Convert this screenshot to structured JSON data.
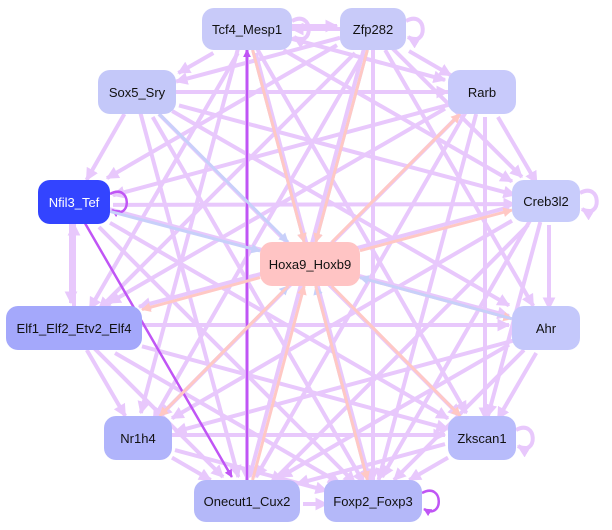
{
  "nodes": [
    {
      "id": "tcf4",
      "label": "Tcf4_Mesp1",
      "color": "#c8caf9",
      "text": "#111111"
    },
    {
      "id": "zfp",
      "label": "Zfp282",
      "color": "#c8caf9",
      "text": "#111111"
    },
    {
      "id": "sox5",
      "label": "Sox5_Sry",
      "color": "#c4c8f9",
      "text": "#111111"
    },
    {
      "id": "rarb",
      "label": "Rarb",
      "color": "#c8cafb",
      "text": "#111111"
    },
    {
      "id": "nfil3",
      "label": "Nfil3_Tef",
      "color": "#3344ff",
      "text": "#ffffff"
    },
    {
      "id": "creb",
      "label": "Creb3l2",
      "color": "#c8ccfb",
      "text": "#111111"
    },
    {
      "id": "hoxa9",
      "label": "Hoxa9_Hoxb9",
      "color": "#ffc4c4",
      "text": "#111111"
    },
    {
      "id": "elf1",
      "label": "Elf1_Elf2_Etv2_Elf4",
      "color": "#a4a8fb",
      "text": "#111111"
    },
    {
      "id": "ahr",
      "label": "Ahr",
      "color": "#c4c8fb",
      "text": "#111111"
    },
    {
      "id": "nr1h4",
      "label": "Nr1h4",
      "color": "#b0b4fb",
      "text": "#111111"
    },
    {
      "id": "zkscan",
      "label": "Zkscan1",
      "color": "#b8bcfb",
      "text": "#111111"
    },
    {
      "id": "onecut",
      "label": "Onecut1_Cux2",
      "color": "#b4b8f9",
      "text": "#111111"
    },
    {
      "id": "foxp2",
      "label": "Foxp2_Foxp3",
      "color": "#b4b8f9",
      "text": "#111111"
    }
  ],
  "edge_colors": {
    "default": "#e8c8fc",
    "strong": "#c055f5",
    "to_hub_blue": "#c8d0fa",
    "to_hub_pink": "#ffc8c4"
  },
  "edges": [
    [
      "tcf4",
      "zfp",
      "default"
    ],
    [
      "zfp",
      "tcf4",
      "default"
    ],
    [
      "tcf4",
      "sox5",
      "default"
    ],
    [
      "tcf4",
      "rarb",
      "default"
    ],
    [
      "tcf4",
      "creb",
      "default"
    ],
    [
      "tcf4",
      "elf1",
      "default"
    ],
    [
      "tcf4",
      "nr1h4",
      "default"
    ],
    [
      "tcf4",
      "onecut",
      "default"
    ],
    [
      "tcf4",
      "foxp2",
      "default"
    ],
    [
      "tcf4",
      "zkscan",
      "default"
    ],
    [
      "zfp",
      "sox5",
      "default"
    ],
    [
      "zfp",
      "rarb",
      "default"
    ],
    [
      "zfp",
      "creb",
      "default"
    ],
    [
      "zfp",
      "ahr",
      "default"
    ],
    [
      "zfp",
      "nr1h4",
      "default"
    ],
    [
      "zfp",
      "onecut",
      "default"
    ],
    [
      "zfp",
      "foxp2",
      "default"
    ],
    [
      "zfp",
      "elf1",
      "default"
    ],
    [
      "zfp",
      "nfil3",
      "default"
    ],
    [
      "sox5",
      "rarb",
      "default"
    ],
    [
      "sox5",
      "creb",
      "default"
    ],
    [
      "sox5",
      "ahr",
      "default"
    ],
    [
      "sox5",
      "zkscan",
      "default"
    ],
    [
      "sox5",
      "foxp2",
      "default"
    ],
    [
      "sox5",
      "onecut",
      "default"
    ],
    [
      "sox5",
      "nfil3",
      "default"
    ],
    [
      "rarb",
      "nfil3",
      "default"
    ],
    [
      "rarb",
      "elf1",
      "default"
    ],
    [
      "rarb",
      "nr1h4",
      "default"
    ],
    [
      "rarb",
      "zkscan",
      "default"
    ],
    [
      "rarb",
      "onecut",
      "default"
    ],
    [
      "rarb",
      "foxp2",
      "default"
    ],
    [
      "rarb",
      "creb",
      "default"
    ],
    [
      "nfil3",
      "elf1",
      "default"
    ],
    [
      "elf1",
      "nfil3",
      "default"
    ],
    [
      "nfil3",
      "creb",
      "default"
    ],
    [
      "nfil3",
      "ahr",
      "default"
    ],
    [
      "nfil3",
      "zkscan",
      "default"
    ],
    [
      "nfil3",
      "foxp2",
      "default"
    ],
    [
      "creb",
      "elf1",
      "default"
    ],
    [
      "creb",
      "nr1h4",
      "default"
    ],
    [
      "creb",
      "onecut",
      "default"
    ],
    [
      "creb",
      "foxp2",
      "default"
    ],
    [
      "creb",
      "zkscan",
      "default"
    ],
    [
      "creb",
      "ahr",
      "default"
    ],
    [
      "elf1",
      "ahr",
      "default"
    ],
    [
      "elf1",
      "zkscan",
      "default"
    ],
    [
      "elf1",
      "foxp2",
      "default"
    ],
    [
      "elf1",
      "onecut",
      "default"
    ],
    [
      "elf1",
      "nr1h4",
      "default"
    ],
    [
      "ahr",
      "nr1h4",
      "default"
    ],
    [
      "ahr",
      "onecut",
      "default"
    ],
    [
      "ahr",
      "foxp2",
      "default"
    ],
    [
      "ahr",
      "zkscan",
      "default"
    ],
    [
      "nr1h4",
      "zkscan",
      "default"
    ],
    [
      "nr1h4",
      "onecut",
      "default"
    ],
    [
      "nr1h4",
      "foxp2",
      "default"
    ],
    [
      "zkscan",
      "onecut",
      "default"
    ],
    [
      "zkscan",
      "foxp2",
      "default"
    ],
    [
      "onecut",
      "foxp2",
      "default"
    ],
    [
      "nfil3",
      "onecut",
      "strong"
    ],
    [
      "onecut",
      "tcf4",
      "strong"
    ],
    [
      "nfil3",
      "nfil3",
      "strong"
    ],
    [
      "tcf4",
      "tcf4",
      "default"
    ],
    [
      "zfp",
      "zfp",
      "default"
    ],
    [
      "creb",
      "creb",
      "default"
    ],
    [
      "zkscan",
      "zkscan",
      "default"
    ],
    [
      "foxp2",
      "foxp2",
      "strong"
    ],
    [
      "tcf4",
      "hoxa9",
      "to_hub_blue"
    ],
    [
      "zfp",
      "hoxa9",
      "to_hub_blue"
    ],
    [
      "nfil3",
      "hoxa9",
      "to_hub_blue"
    ],
    [
      "sox5",
      "hoxa9",
      "to_hub_blue"
    ],
    [
      "hoxa9",
      "rarb",
      "to_hub_pink"
    ],
    [
      "hoxa9",
      "creb",
      "to_hub_pink"
    ],
    [
      "hoxa9",
      "ahr",
      "to_hub_pink"
    ],
    [
      "ahr",
      "hoxa9",
      "to_hub_blue"
    ],
    [
      "hoxa9",
      "zkscan",
      "to_hub_pink"
    ],
    [
      "foxp2",
      "hoxa9",
      "to_hub_blue"
    ],
    [
      "hoxa9",
      "foxp2",
      "to_hub_pink"
    ],
    [
      "onecut",
      "hoxa9",
      "to_hub_pink"
    ],
    [
      "nr1h4",
      "hoxa9",
      "to_hub_blue"
    ],
    [
      "hoxa9",
      "nr1h4",
      "to_hub_pink"
    ],
    [
      "hoxa9",
      "elf1",
      "to_hub_pink"
    ],
    [
      "zfp",
      "hoxa9",
      "to_hub_pink"
    ],
    [
      "tcf4",
      "hoxa9",
      "to_hub_pink"
    ]
  ]
}
